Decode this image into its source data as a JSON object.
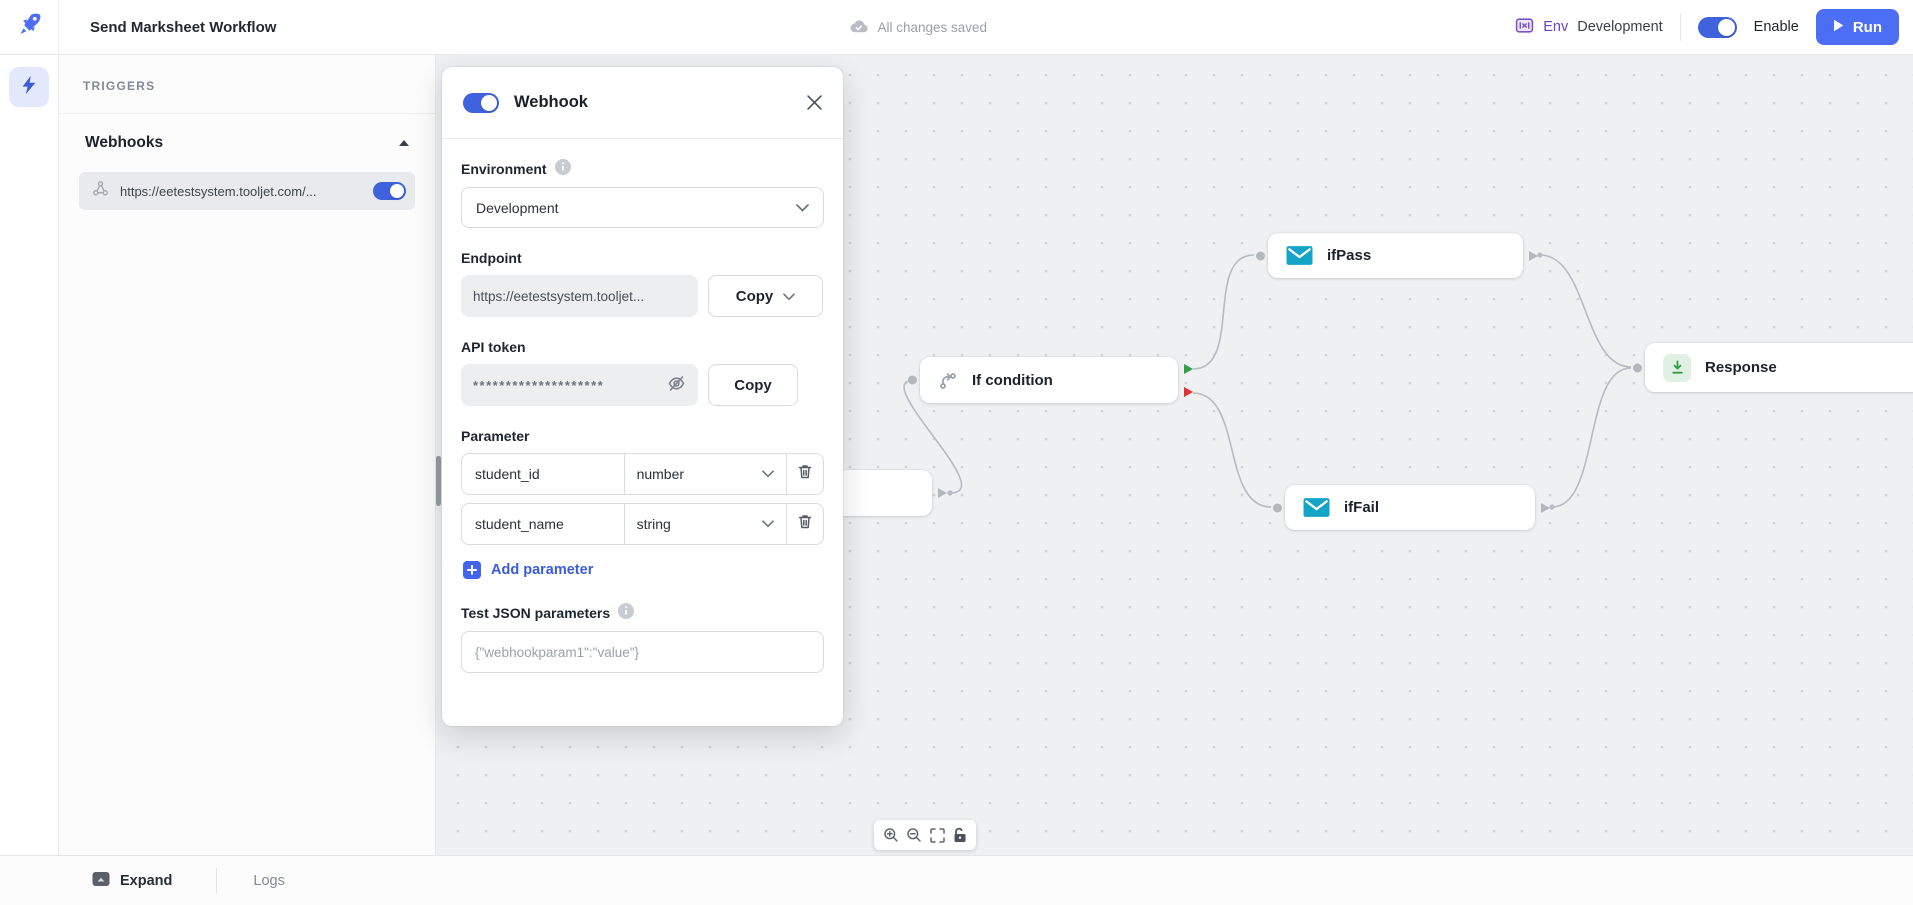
{
  "header": {
    "title": "Send Marksheet Workflow",
    "save_status": "All changes saved",
    "env_label": "Env",
    "env_value": "Development",
    "enable_label": "Enable",
    "run_label": "Run"
  },
  "sidebar": {
    "section_title": "TRIGGERS",
    "group_title": "Webhooks",
    "webhook_url": "https://eetestsystem.tooljet.com/..."
  },
  "panel": {
    "title": "Webhook",
    "environment": {
      "label": "Environment",
      "value": "Development"
    },
    "endpoint": {
      "label": "Endpoint",
      "value": "https://eetestsystem.tooljet...",
      "copy_label": "Copy"
    },
    "api_token": {
      "label": "API token",
      "masked_value": "********************",
      "copy_label": "Copy"
    },
    "parameters": {
      "label": "Parameter",
      "rows": [
        {
          "name": "student_id",
          "type": "number"
        },
        {
          "name": "student_name",
          "type": "string"
        }
      ],
      "add_label": "Add parameter"
    },
    "test_json": {
      "label": "Test JSON parameters",
      "placeholder": "{\"webhookparam1\":\"value\"}"
    }
  },
  "canvas": {
    "nodes": [
      {
        "label": "If condition"
      },
      {
        "label": "ifPass"
      },
      {
        "label": "ifFail"
      },
      {
        "label": "Response"
      }
    ]
  },
  "footer": {
    "expand_label": "Expand",
    "logs_label": "Logs"
  },
  "colors": {
    "brand_blue": "#4c6ef5",
    "toggle_blue": "#3e63dd",
    "link_blue": "#3b5bdb",
    "purple": "#6f42c1",
    "green": "#2f9e44",
    "red": "#e03131",
    "cyan": "#14a4c8"
  }
}
